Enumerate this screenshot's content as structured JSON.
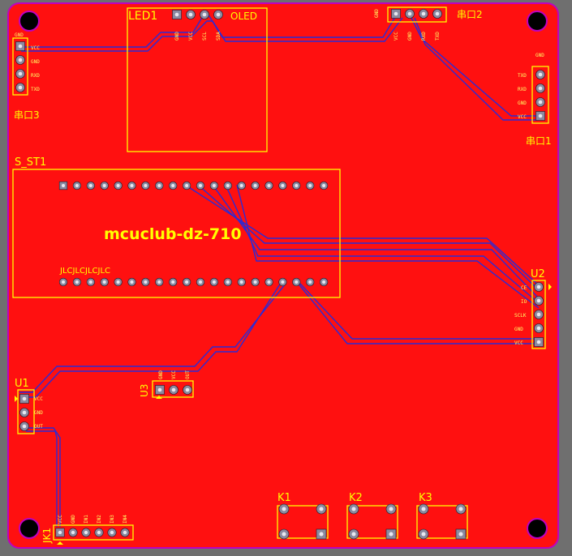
{
  "board": {
    "colors": {
      "background": "#6f6f6f",
      "copper": "#ff1010",
      "outline": "#c000c0",
      "silkscreen": "#ffff00",
      "trace": "#2b2bd6",
      "pad_ring": "#8a8aa0",
      "pad_core": "#e8e8f0"
    },
    "center_text": "mcuclub-dz-710",
    "sub_text": "JLCJLCJLCJLC"
  },
  "components": {
    "led1": {
      "ref": "LED1",
      "name": "OLED",
      "pins": [
        "GND",
        "VCC",
        "SCL",
        "SDA"
      ]
    },
    "uart2": {
      "ref": "串口2",
      "tag": "GND",
      "pins": [
        "VCC",
        "GND",
        "RXD",
        "TXD"
      ]
    },
    "uart3": {
      "ref": "串口3",
      "tag": "GND",
      "pins": [
        "VCC",
        "GND",
        "RXD",
        "TXD"
      ]
    },
    "uart1": {
      "ref": "串口1",
      "tag": "GND",
      "pins": [
        "TXD",
        "RXD",
        "GND",
        "VCC"
      ]
    },
    "mcu": {
      "ref": "S_ST1"
    },
    "u2": {
      "ref": "U2",
      "pins": [
        "CE",
        "IO",
        "SCLK",
        "GND",
        "VCC"
      ]
    },
    "u1": {
      "ref": "U1",
      "pins": [
        "VCC",
        "GND",
        "OUT"
      ]
    },
    "u3": {
      "ref": "U3",
      "pins": [
        "GND",
        "VCC",
        "OUT"
      ]
    },
    "jk1": {
      "ref": "JK1",
      "pins": [
        "VCC",
        "GND",
        "IN1",
        "IN2",
        "IN3",
        "IN4"
      ]
    },
    "keys": [
      {
        "ref": "K1"
      },
      {
        "ref": "K2"
      },
      {
        "ref": "K3"
      }
    ]
  }
}
